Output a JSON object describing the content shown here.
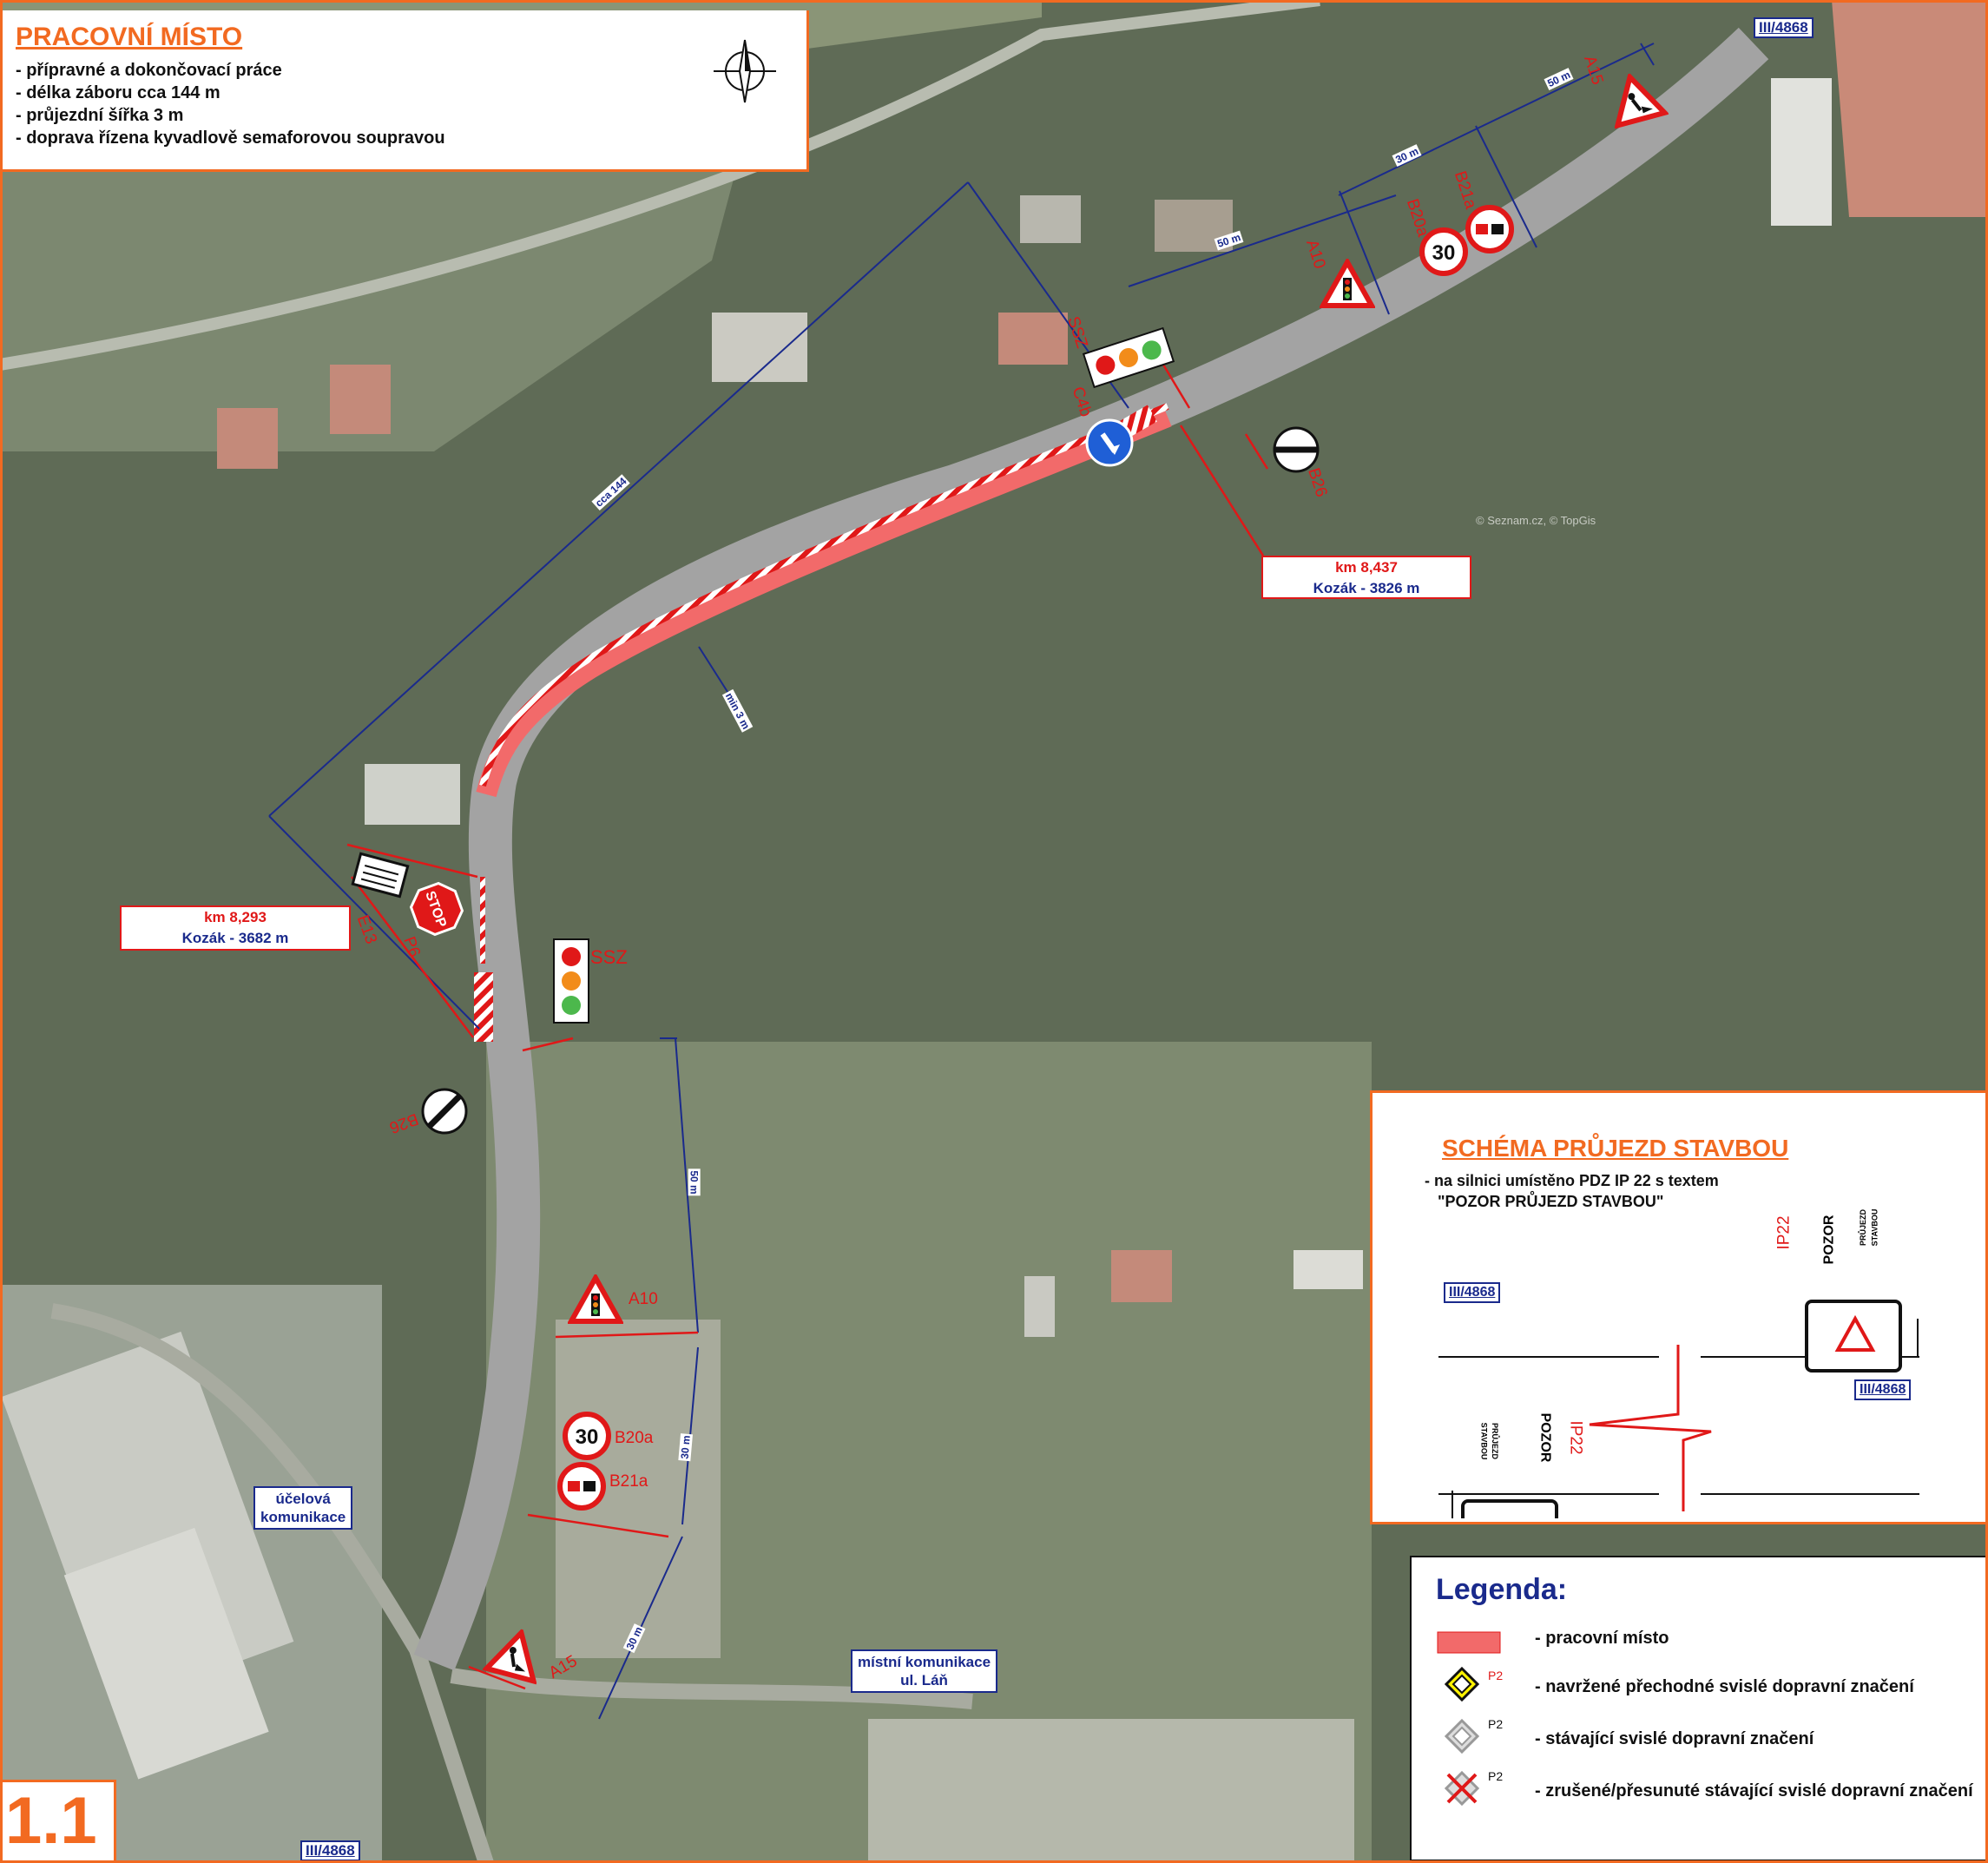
{
  "work_box": {
    "title": "PRACOVNÍ MÍSTO",
    "lines": [
      "- přípravné a dokončovací práce",
      "- délka záboru cca 144 m",
      "- průjezdní šířka 3 m",
      "- doprava řízena kyvadlově semaforovou soupravou"
    ]
  },
  "km_top": {
    "km": "km 8,437",
    "place": "Kozák - 3826 m"
  },
  "km_left": {
    "km": "km 8,293",
    "place": "Kozák - 3682 m"
  },
  "road_labels": {
    "ucelova": [
      "účelová",
      "komunikace"
    ],
    "mistni": [
      "místní komunikace",
      "ul. Láň"
    ],
    "road_top_right": "III/4868",
    "road_bottom": "III/4868"
  },
  "dimensions": {
    "cca144": "cca 144",
    "min3": "min 3 m",
    "d50_right": "50 m",
    "d50_top": "50 m",
    "d30_top": "30 m",
    "d50_left": "50 m",
    "d30_left": "30 m",
    "d30_bottom": "30 m"
  },
  "signs": {
    "a15_top": "A15",
    "b21a_top": "B21a",
    "b20a_top": "B20a",
    "a10_top": "A10",
    "ssz_top": "SSZ",
    "c4b": "C4b",
    "b26_top": "B26",
    "p6": "P6",
    "e13": "E13",
    "ssz_left": "SSZ",
    "b26_left": "B26",
    "a10_bottom": "A10",
    "b20a_bottom": "B20a",
    "b21a_bottom": "B21a",
    "a15_bottom": "A15",
    "speed": "30",
    "stop": "STOP"
  },
  "schema_box": {
    "title": "SCHÉMA PRŮJEZD STAVBOU",
    "line1": "- na silnici umístěno PDZ IP 22 s textem",
    "line2": "\"POZOR PRŮJEZD STAVBOU\"",
    "road_a": "III/4868",
    "road_b": "III/4868",
    "ip22": "IP22",
    "pozor": "POZOR",
    "sign_sub1": "PRŮJEZD",
    "sign_sub2": "STAVBOU"
  },
  "legend": {
    "title": "Legenda:",
    "items": [
      {
        "label": "- pracovní místo"
      },
      {
        "code": "P2",
        "label": "- navržené přechodné svislé dopravní značení"
      },
      {
        "code": "P2",
        "label": "- stávající svislé dopravní značení"
      },
      {
        "code": "P2",
        "label": "- zrušené/přesunuté stávající svislé dopravní značení"
      }
    ]
  },
  "sheet_number": "1.1",
  "watermark": "© Seznam.cz, © TopGis",
  "colors": {
    "accent": "#f26a21",
    "work_zone": "#f26a6a",
    "blue": "#1a2a8c",
    "red": "#e01818"
  }
}
